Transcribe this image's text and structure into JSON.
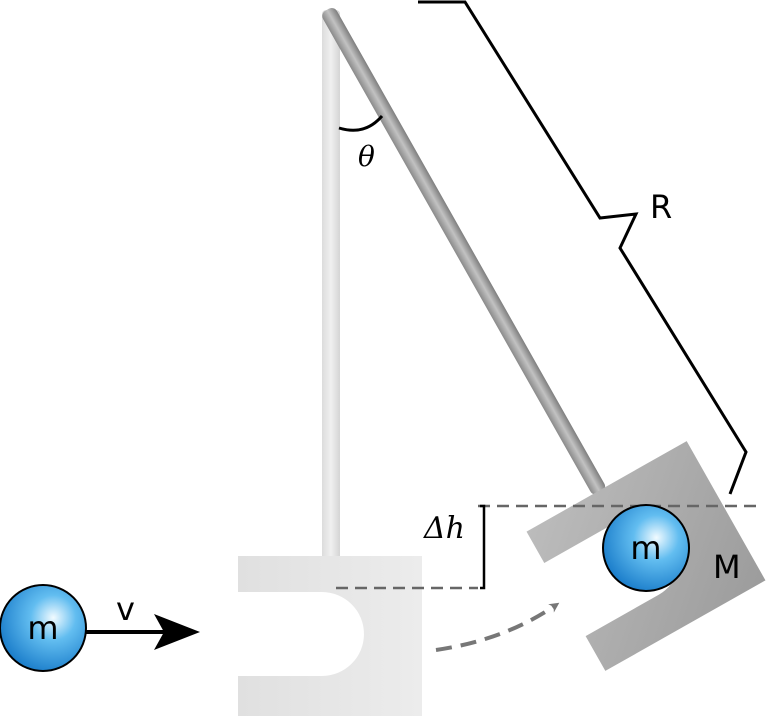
{
  "labels": {
    "projectile_mass": "m",
    "velocity": "v",
    "embedded_mass": "m",
    "pendulum_mass": "M",
    "length": "R",
    "angle": "θ",
    "height_change": "Δh"
  },
  "colors": {
    "ball": "#1e88d8",
    "ball_highlight": "#e8f6ff",
    "rest_block": "#e2e2e2",
    "swung_block": "#a8a8a8",
    "rod": "#9a9a9a",
    "rest_rod": "#e0e0e0",
    "line": "#000000",
    "dashed": "#666666"
  }
}
